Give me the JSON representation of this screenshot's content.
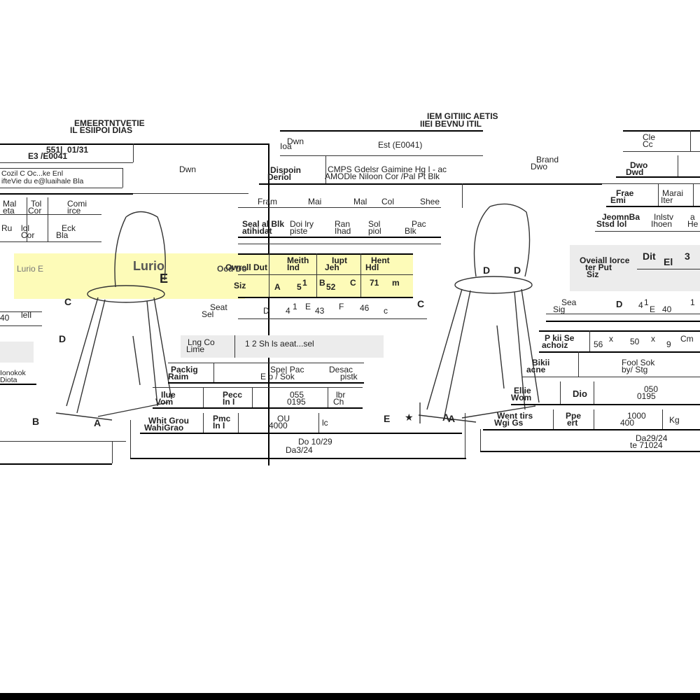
{
  "sheet_left": {
    "header_1": "EMEERTNTVETIE",
    "header_2": "IL ESIIPOI DIAS",
    "part_no": "551|_01/31",
    "part_code": "E3 /E0041",
    "email_line": "Cozil C  Oc...ke Enl",
    "email_line_2": "ifteVie du e@luaihale Bla",
    "drawing_label": "Dwn",
    "mat_headers": [
      "Mal",
      "Tol",
      "Comi"
    ],
    "mat_headers_2": [
      "eta",
      "Cor",
      "irce"
    ],
    "mat_row": [
      "Ru",
      "lol",
      "Eck"
    ],
    "mat_row_2": [
      "",
      "Cor",
      "Bla"
    ],
    "dims_hl_1": "Lurio",
    "dims_hl_2": "E",
    "side_values": [
      "40",
      "lelI"
    ],
    "spec_label": "Ionokok",
    "spec_label_2": "Diota",
    "view_marks": [
      "B",
      "A",
      "C",
      "D",
      "E"
    ]
  },
  "sheet_center": {
    "title_1": "IEM GITIIIC AETIS",
    "title_2": "IIEI BEVNU ITIL",
    "row1_label": "Dwn",
    "row1_value": "Est (E0041)",
    "top_left_label": "Ioa",
    "desc_label": "Dispoin",
    "desc_label_2": "Deriol",
    "desc_value": "CMPS Gdelsr Gaimine Hg I - ac",
    "desc_value_2": "AMODle Niloon Cor /Pal Pt Blk",
    "mat_headers": [
      "Fram",
      "Mai",
      "Mal",
      "Col",
      "Shee"
    ],
    "mat_row_1": [
      "Seal al Blk",
      "Doi lry",
      "Ran",
      "Sol",
      "Pac"
    ],
    "mat_row_2": [
      "atihidat",
      "piste",
      "Ihad",
      "piol",
      "Blk"
    ],
    "dim_headers": [
      "Owrell Dut",
      "Meith",
      "Iupt",
      "Hent"
    ],
    "dim_headers_2": [
      "",
      "Ind",
      "Jeh",
      "Hdl"
    ],
    "dim_row_label": "Siz",
    "dim_row": [
      "A",
      "5",
      "1",
      "B",
      "52",
      "C",
      "71",
      "m"
    ],
    "seat_label": "Seat",
    "seat_label_2": "Sel",
    "seat_row": [
      "D",
      "4",
      "1",
      "E",
      "43",
      "F",
      "46",
      "c"
    ],
    "packing_label": "Lng Co",
    "packing_label_2": "Lime",
    "packing_value": "1 2 Sh ls  aeat...sel",
    "pack_type_label": "Packig",
    "pack_type_label_2": "Raim",
    "pack_type_value": "Spe| Pac",
    "pack_type_value_2": "E  p / Sok",
    "pack_type_right": "Desac",
    "pack_type_right_2": "pistk",
    "volume_label": "Ilue",
    "volume_label_2": "Vom",
    "volume_unit_label": "Pecc",
    "volume_unit_label_2": "In I",
    "volume_value": "055",
    "volume_value_2": "0195",
    "volume_unit": "lbr",
    "volume_unit_2": "Ch",
    "weight_label": "Whit Grou",
    "weight_label_2": "WahiGrao",
    "weight_unit_label": "Pmc",
    "weight_unit_label_2": "In I",
    "weight_value": "OU",
    "weight_value_2": "4000",
    "weight_unit": "lc",
    "date_1": "Do 10/29",
    "date_2": "Da3/24",
    "view_marks": [
      "A",
      "C",
      "D"
    ]
  },
  "sheet_right": {
    "code_label": "Cle",
    "code_label_2": "Cc",
    "drawing_label": "Dwo",
    "drawing_label_2": "Dwd",
    "brand_label": "Brand",
    "brand_label_2": "Dwo",
    "frame_label": "Frae",
    "frame_label_2": "Emi",
    "mat_label": "Marai",
    "mat_label_2": "Iter",
    "comp_label": "JeomnBa",
    "comp_label_2": "Stsd lol",
    "comp_value": "Inlstv",
    "comp_value_2": "Ihoen",
    "comp_value_3": "a",
    "comp_value_4": "He",
    "overall_label": "Oveiall Iorce",
    "overall_label_2": "ter Put",
    "overall_label_3": "Siz",
    "overall_cols": [
      "Dit",
      "El",
      "3"
    ],
    "seat_label": "Sea",
    "seat_label_2": "Sig",
    "seat_row": [
      "D",
      "4",
      "1",
      "E",
      "40",
      "1"
    ],
    "pack_label": "P kii Se",
    "pack_label_2": "achoiz",
    "pack_row": [
      "56",
      "x",
      "50",
      "x",
      "9",
      "Cm"
    ],
    "packing_label": "Bikii",
    "packing_label_2": "acne",
    "packing_value": "Fool  Sok",
    "packing_value_2": "by/ Stg",
    "volume_label": "Ellie",
    "volume_label_2": "Wom",
    "volume_unit_label": "Dio",
    "volume_value": "050",
    "volume_value_2": "0195",
    "weight_label": "Went tirs",
    "weight_label_2": "Wgi Gs",
    "weight_unit_label": "Ppe",
    "weight_unit_label_2": "ert",
    "weight_value": "1000",
    "weight_value_2": "400",
    "weight_unit": "Kg",
    "date_1": "Da29/24",
    "date_2": "te 71024",
    "view_marks": [
      "E",
      "D",
      "A"
    ]
  },
  "highlight_left": "Lurio    E",
  "highlight_right": "Ocd Do"
}
